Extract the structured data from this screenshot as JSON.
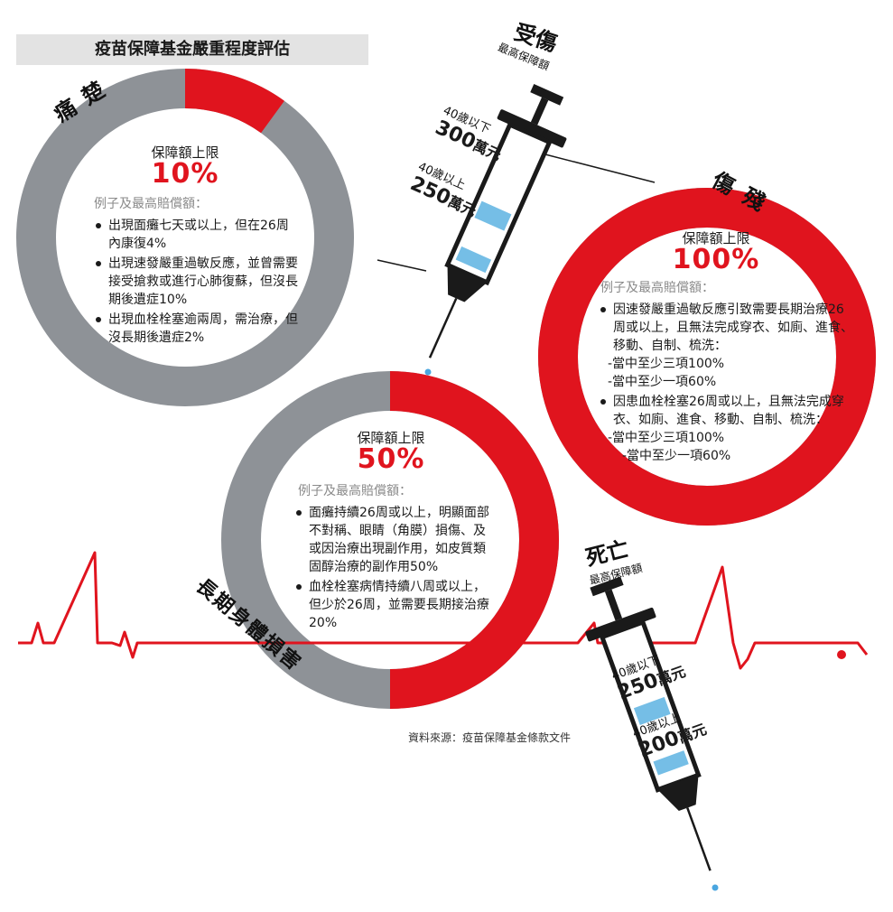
{
  "title": "疫苗保障基金嚴重程度評估",
  "source": "資料來源：疫苗保障基金條款文件",
  "colors": {
    "accent": "#e0141e",
    "ring_gray": "#8e9297",
    "drop": "#4aa6e0"
  },
  "chart_data": [
    {
      "type": "pie",
      "category": "痛楚",
      "limit_label": "保障額上限",
      "limit_display": "10%",
      "limit_percent": 10,
      "examples_heading": "例子及最高賠償額：",
      "items": [
        "出現面癱七天或以上，但在26周內康復4%",
        "出現速發嚴重過敏反應，並曾需要接受搶救或進行心肺復蘇，但沒長期後遺症10%",
        "出現血栓栓塞逾兩周，需治療，但沒長期後遺症2%"
      ]
    },
    {
      "type": "pie",
      "category": "傷殘",
      "limit_label": "保障額上限",
      "limit_display": "100%",
      "limit_percent": 100,
      "examples_heading": "例子及最高賠償額：",
      "items": [
        "因速發嚴重過敏反應引致需要長期治療26周或以上，且無法完成穿衣、如廁、進食、移動、自制、梳洗：",
        "因患血栓栓塞26周或以上，且無法完成穿衣、如廁、進食、移動、自制、梳洗："
      ],
      "sub_items": [
        [
          "-當中至少三項100%",
          "-當中至少一項60%"
        ],
        [
          "-當中至少三項100%",
          "-當中至少一項60%"
        ]
      ]
    },
    {
      "type": "pie",
      "category": "長期身體損害",
      "limit_label": "保障額上限",
      "limit_display": "50%",
      "limit_percent": 50,
      "examples_heading": "例子及最高賠償額：",
      "items": [
        "面癱持續26周或以上，明顯面部不對稱、眼睛（角膜）損傷、及或因治療出現副作用，如皮質類固醇治療的副作用50%",
        "血栓栓塞病情持續八周或以上，但少於26周，並需要長期接治療20%"
      ]
    }
  ],
  "syringes": [
    {
      "title": "受傷",
      "subtitle": "最高保障額",
      "tiers": [
        {
          "age": "40歲以下",
          "amount": "300",
          "unit": "萬元"
        },
        {
          "age": "40歲以上",
          "amount": "250",
          "unit": "萬元"
        }
      ]
    },
    {
      "title": "死亡",
      "subtitle": "最高保障額",
      "tiers": [
        {
          "age": "40歲以下",
          "amount": "250",
          "unit": "萬元"
        },
        {
          "age": "40歲以上",
          "amount": "200",
          "unit": "萬元"
        }
      ]
    }
  ]
}
